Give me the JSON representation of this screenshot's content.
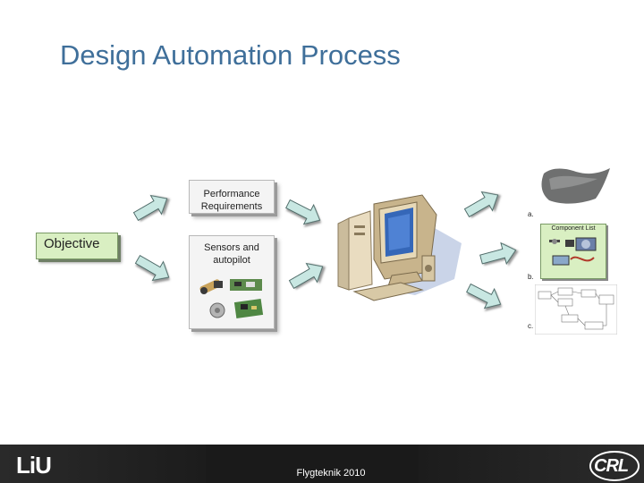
{
  "title": "Design Automation Process",
  "objective_label": "Objective",
  "performance_label": "Performance Requirements",
  "sensors_label": "Sensors and autopilot",
  "outputs": {
    "a": "a.",
    "b": "b.",
    "c": "c."
  },
  "component_list_label": "Component List",
  "footer": {
    "logo_text": "LiU",
    "center_text": "Flygteknik 2010",
    "crl_text": "CRL"
  },
  "colors": {
    "title": "#3f6f9a",
    "objective_fill": "#d9efc2",
    "arrow_fill": "#c8e7e2",
    "footer_bg": "#1a1a1a"
  }
}
